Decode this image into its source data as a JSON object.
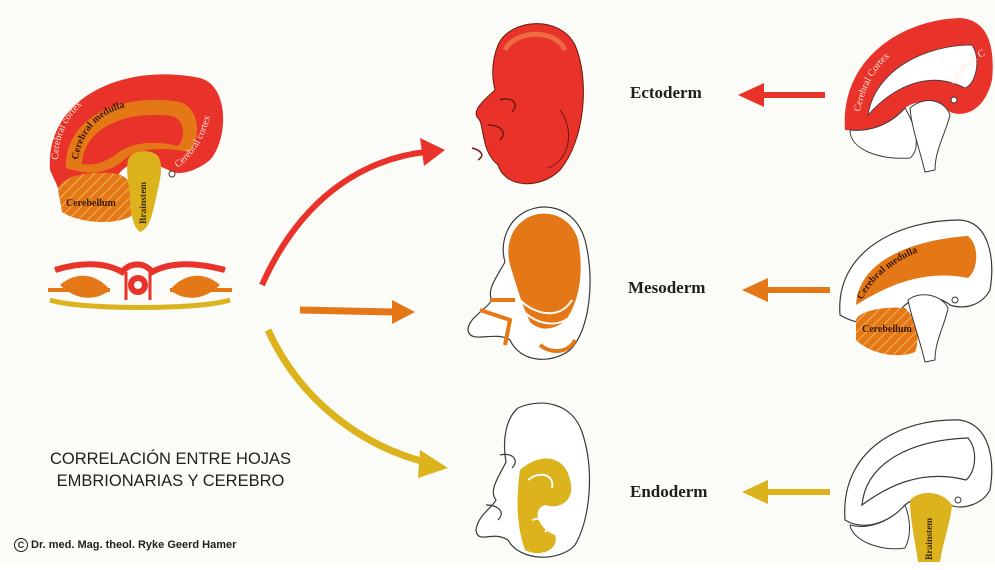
{
  "colors": {
    "ectoderm": "#e8322a",
    "mesoderm": "#e47817",
    "endoderm": "#dcb21d",
    "outline": "#3a3a3a"
  },
  "left_brain": {
    "cortex_label": "Cerebral cortex",
    "medulla_label": "Cerebral medulla",
    "brainstem_label": "Brainstem",
    "cerebellum_label": "Cerebellum"
  },
  "layers": {
    "ectoderm": "Ectoderm",
    "mesoderm": "Mesoderm",
    "endoderm": "Endoderm"
  },
  "right_brains": {
    "cortex_label": "Cerebral Cortex",
    "medulla_label": "Cerebral medulla",
    "cerebellum_label": "Cerebellum",
    "brainstem_label": "Brainstem"
  },
  "caption": {
    "line1": "CORRELACIÓN ENTRE HOJAS",
    "line2": "EMBRIONARIAS Y CEREBRO"
  },
  "copyright": {
    "symbol": "C",
    "text": "Dr. med. Mag. theol. Ryke Geerd Hamer"
  }
}
